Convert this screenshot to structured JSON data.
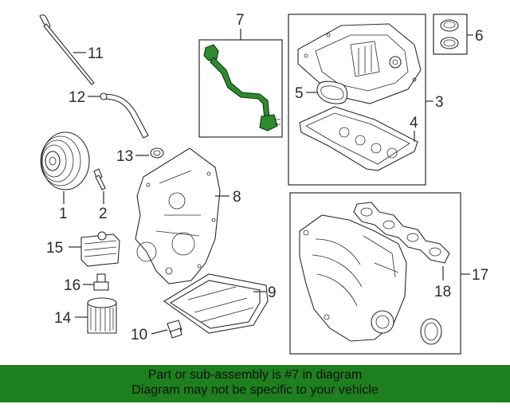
{
  "diagram": {
    "callouts": {
      "c1": "1",
      "c2": "2",
      "c3": "3",
      "c4": "4",
      "c5": "5",
      "c6": "6",
      "c7": "7",
      "c8": "8",
      "c9": "9",
      "c10": "10",
      "c11": "11",
      "c12": "12",
      "c13": "13",
      "c14": "14",
      "c15": "15",
      "c16": "16",
      "c17": "17",
      "c18": "18"
    },
    "highlight_color": "#2f8a2f"
  },
  "footer": {
    "line1": "Part or sub-assembly is #7 in diagram",
    "line2": "Diagram may not be specific to your vehicle",
    "background": "#1e7f1e"
  }
}
